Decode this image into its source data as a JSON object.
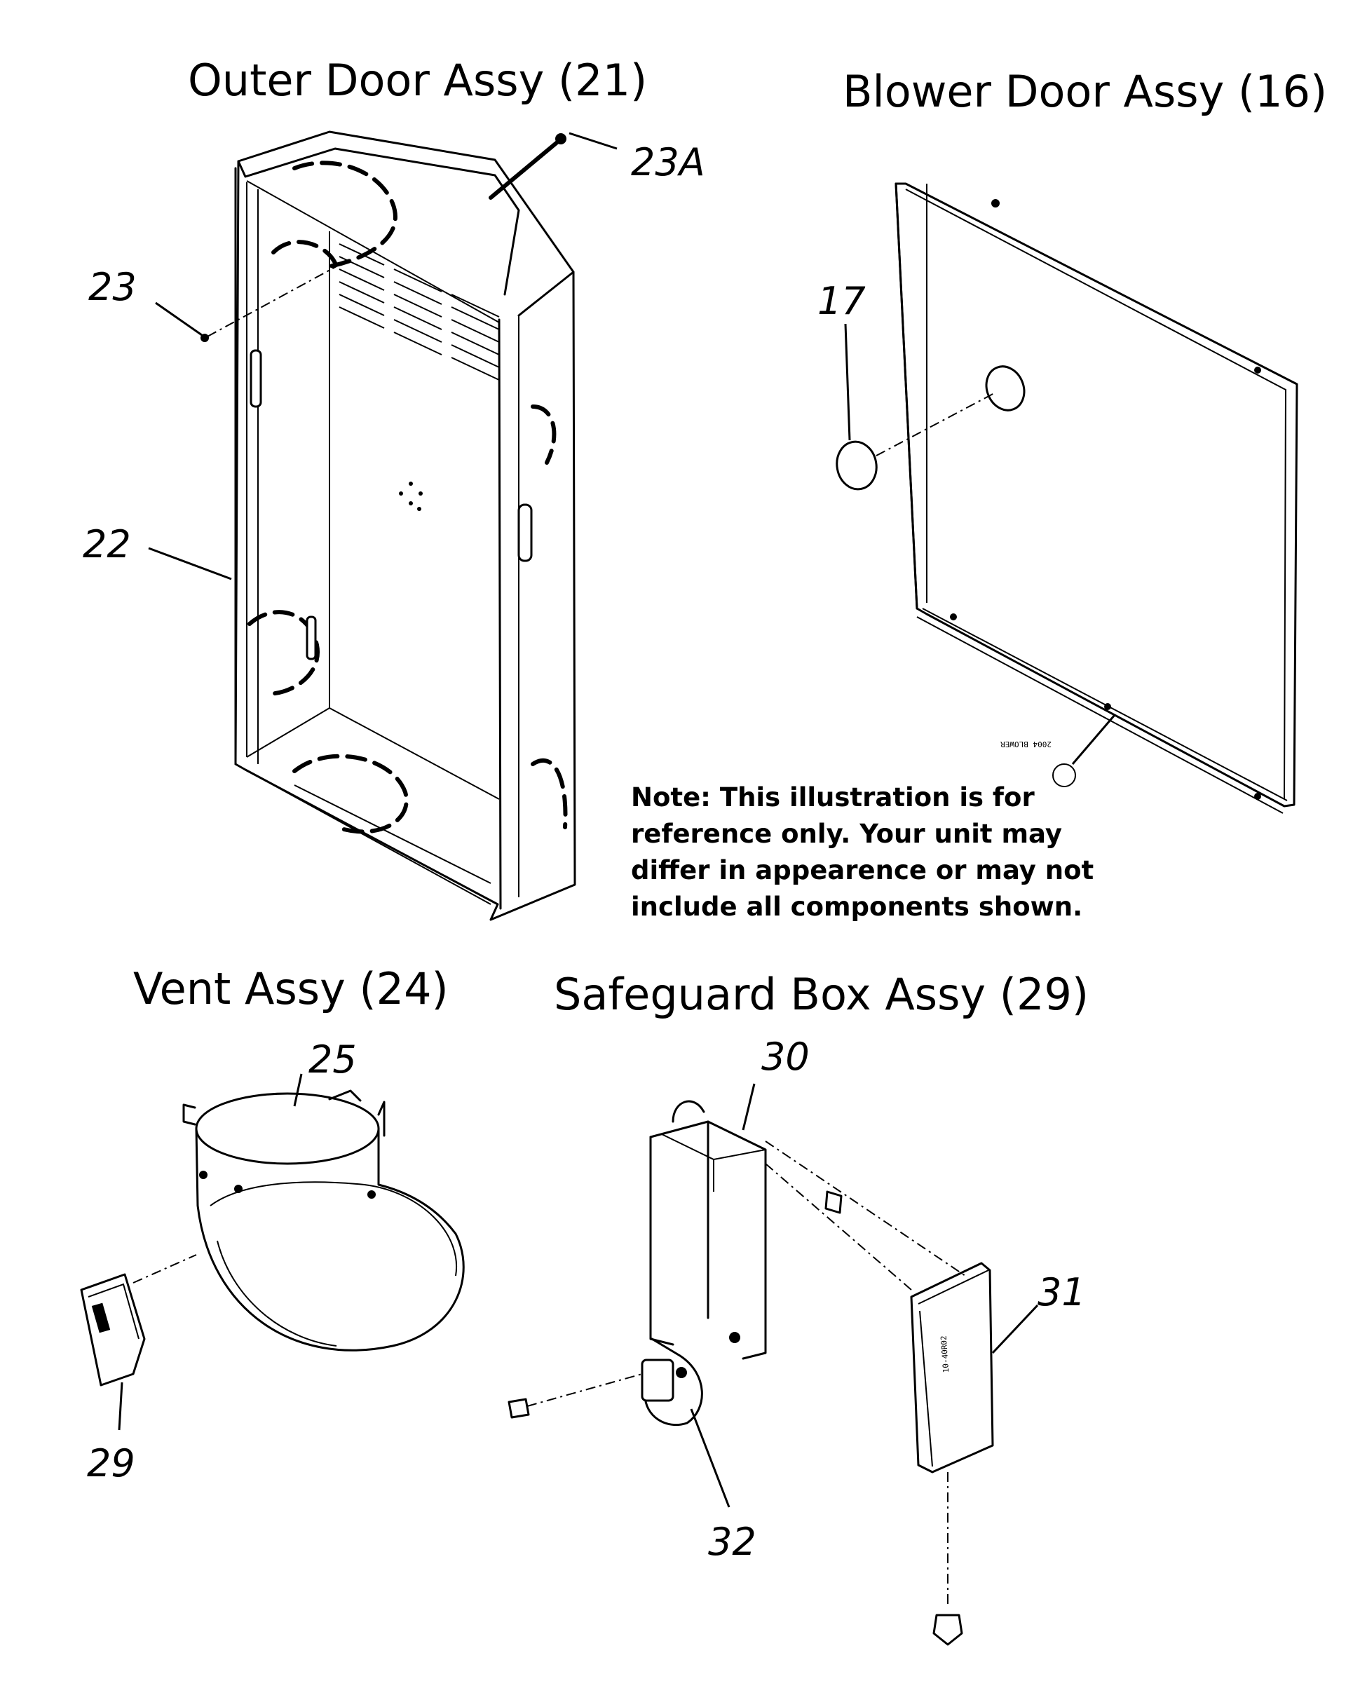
{
  "assemblies": {
    "outer_door": {
      "title": "Outer Door Assy (21)"
    },
    "blower_door": {
      "title": "Blower Door Assy (16)"
    },
    "vent": {
      "title": "Vent Assy (24)"
    },
    "safeguard_box": {
      "title": "Safeguard Box Assy (29)"
    }
  },
  "callouts": {
    "c23A": "23A",
    "c23": "23",
    "c22": "22",
    "c17": "17",
    "c25": "25",
    "c29": "29",
    "c30": "30",
    "c31": "31",
    "c32": "32"
  },
  "note": {
    "line1": "Note: This illustration is for",
    "line2": "reference only. Your unit may",
    "line3": "differ in appearence or may not",
    "line4": "include all components shown."
  },
  "labels": {
    "blower_door_sticker": "2004 BLOWER",
    "box_label": "10-40R02"
  }
}
